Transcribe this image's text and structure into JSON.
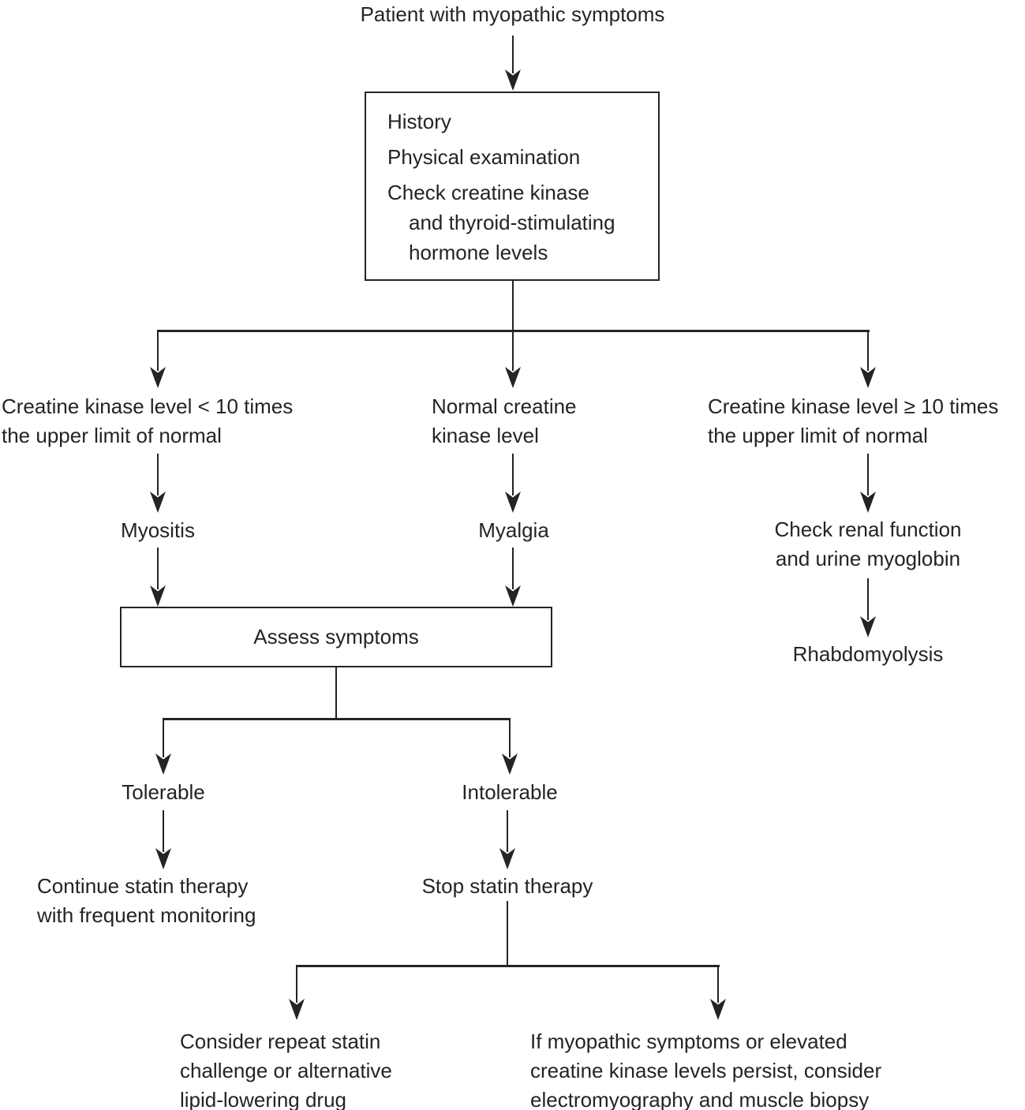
{
  "colors": {
    "ink": "#272223",
    "bg": "#ffffff"
  },
  "title": "Patient with myopathic symptoms",
  "workup_box": {
    "item_history": "History",
    "item_physical": "Physical examination",
    "item_ck_line1": "Check creatine kinase",
    "item_ck_line2": "and thyroid-stimulating",
    "item_ck_line3": "hormone levels"
  },
  "branches": {
    "ck_low": {
      "line1": "Creatine kinase level < 10 times",
      "line2": "the upper limit of normal",
      "result": "Myositis"
    },
    "ck_normal": {
      "line1": "Normal creatine",
      "line2": "kinase level",
      "result": "Myalgia"
    },
    "ck_high": {
      "line1": "Creatine kinase level ≥ 10 times",
      "line2": "the upper limit of normal",
      "action_line1": "Check renal function",
      "action_line2": "and urine myoglobin",
      "result": "Rhabdomyolysis"
    }
  },
  "assess": {
    "label": "Assess symptoms",
    "tolerable": "Tolerable",
    "intolerable": "Intolerable"
  },
  "outcomes": {
    "continue_statin": {
      "line1": "Continue statin therapy",
      "line2": "with frequent monitoring"
    },
    "stop_statin": "Stop statin therapy",
    "repeat_challenge": {
      "line1": "Consider repeat statin",
      "line2": "challenge or alternative",
      "line3": "lipid-lowering drug"
    },
    "persist_workup": {
      "line1": "If myopathic symptoms or elevated",
      "line2": "creatine kinase levels persist, consider",
      "line3": "electromyography and muscle biopsy"
    }
  }
}
